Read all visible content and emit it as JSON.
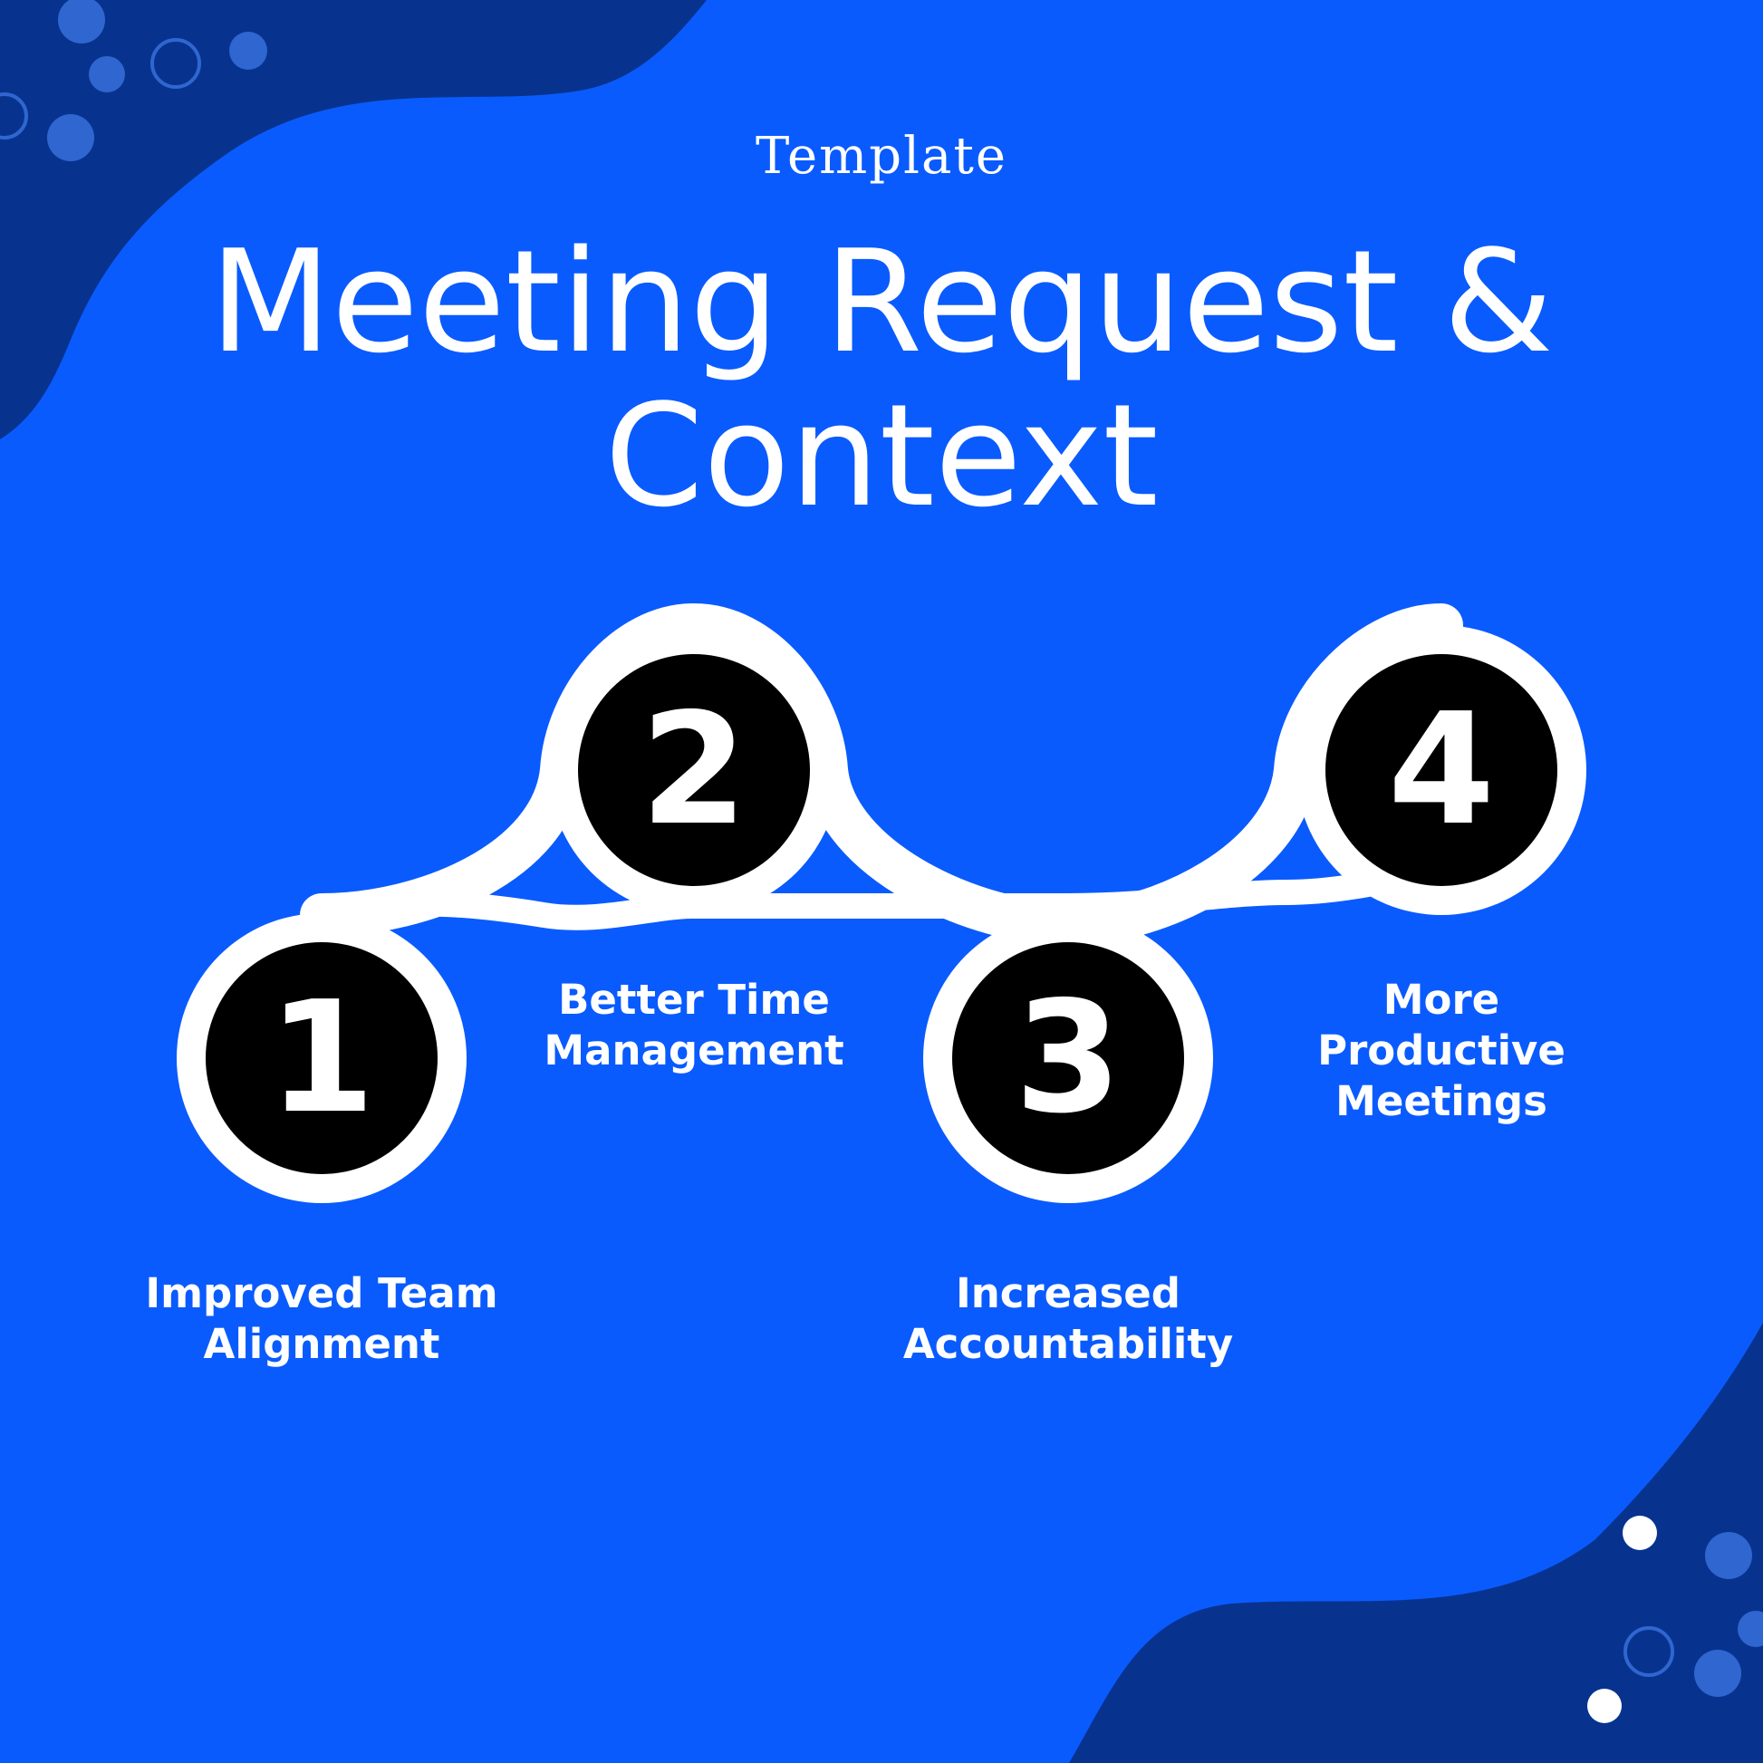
{
  "header": {
    "subtitle": "Template",
    "title_line1": "Meeting Request &",
    "title_line2": "Context"
  },
  "steps": [
    {
      "number": "1",
      "label_line1": "Improved Team",
      "label_line2": "Alignment",
      "label_line3": ""
    },
    {
      "number": "2",
      "label_line1": "Better Time",
      "label_line2": "Management",
      "label_line3": ""
    },
    {
      "number": "3",
      "label_line1": "Increased",
      "label_line2": "Accountability",
      "label_line3": ""
    },
    {
      "number": "4",
      "label_line1": "More",
      "label_line2": "Productive",
      "label_line3": "Meetings"
    }
  ],
  "colors": {
    "background": "#0a5bfd",
    "corner_shape": "#07338f",
    "connector": "#ffffff",
    "circle": "#000000",
    "text": "#ffffff"
  }
}
